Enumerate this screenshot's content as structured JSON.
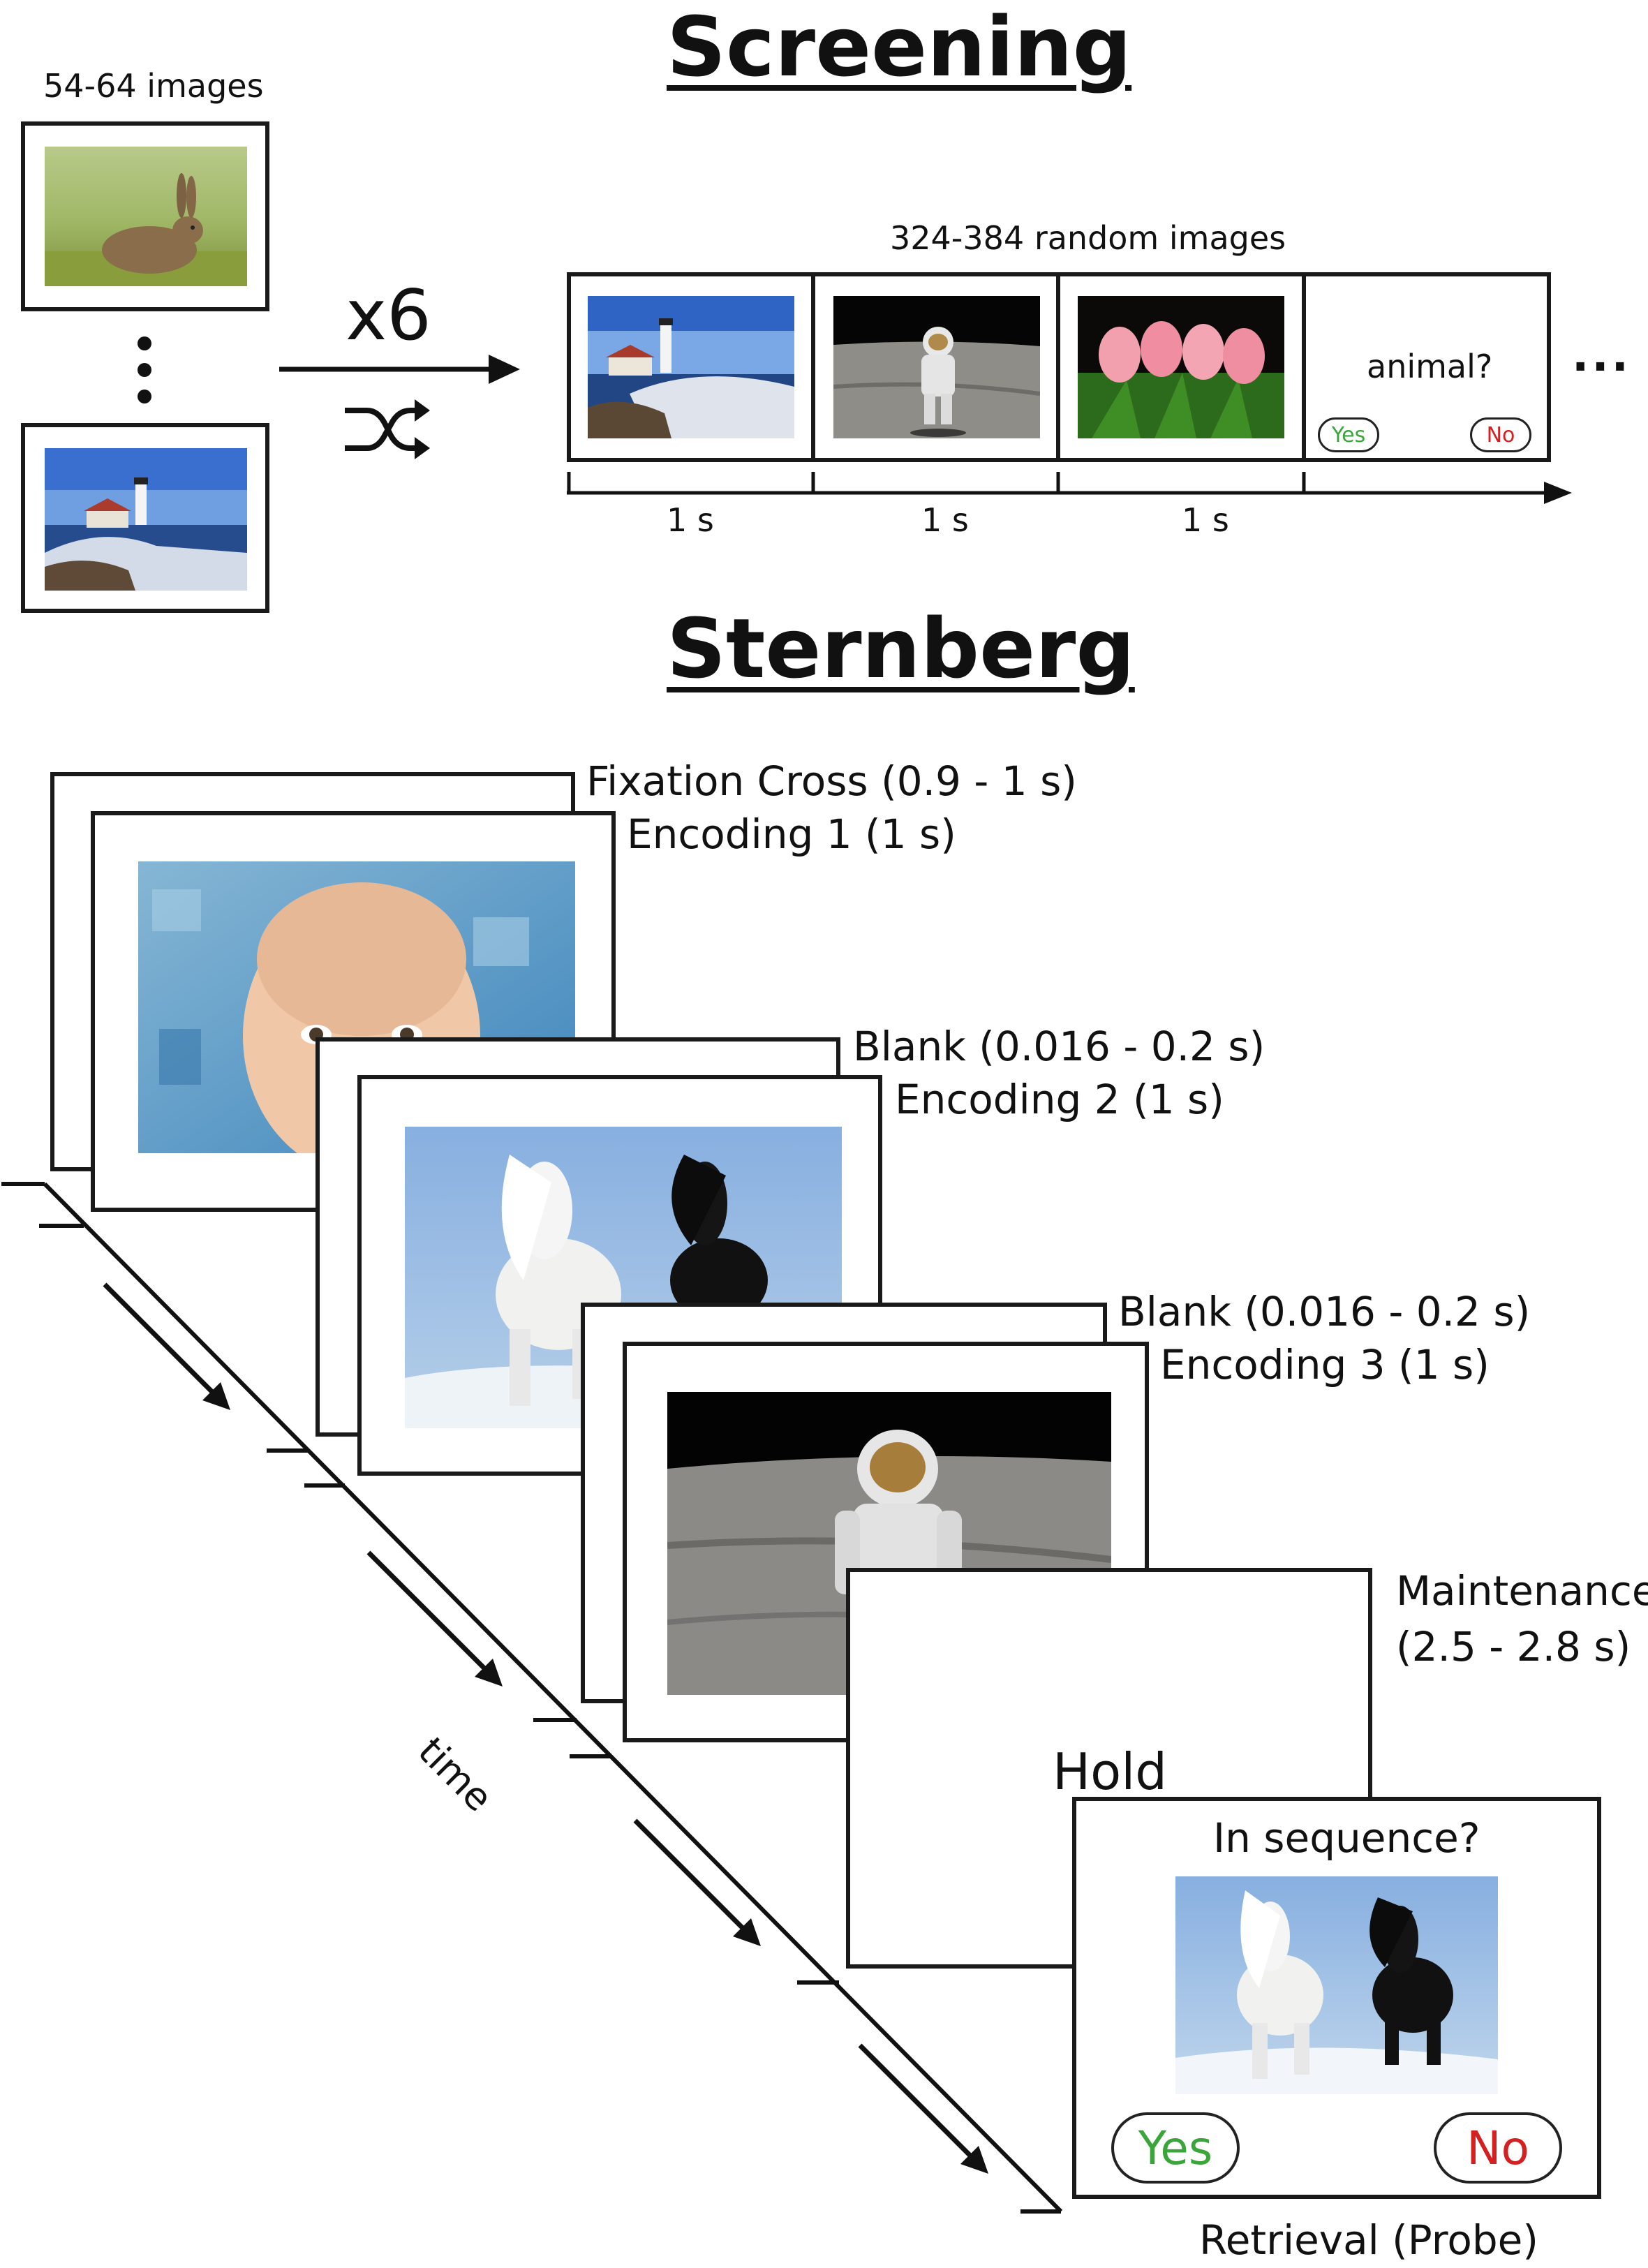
{
  "screening": {
    "title": "Screening",
    "stimulus_set_label": "54-64 images",
    "repeat_label": "x6",
    "sequence_label": "324-384 random images",
    "question": "animal?",
    "yes_label": "Yes",
    "no_label": "No",
    "durations": [
      "1 s",
      "1 s",
      "1 s"
    ],
    "ellipsis": "..."
  },
  "sternberg": {
    "title": "Sternberg",
    "fixation_label": "Fixation Cross (0.9 - 1 s)",
    "encoding1_label": "Encoding 1 (1 s)",
    "blank1_label": "Blank (0.016 - 0.2 s)",
    "encoding2_label": "Encoding 2 (1 s)",
    "blank2_label": "Blank (0.016 - 0.2 s)",
    "encoding3_label": "Encoding 3 (1 s)",
    "maintenance_label_line1": "Maintenance",
    "maintenance_label_line2": "(2.5 - 2.8 s)",
    "hold_label": "Hold",
    "probe_question": "In sequence?",
    "yes_label": "Yes",
    "no_label": "No",
    "retrieval_label": "Retrieval (Probe)",
    "time_label": "time"
  },
  "colors": {
    "yes": "#3aa63a",
    "no": "#d42020",
    "frame": "#1a1a1a"
  }
}
